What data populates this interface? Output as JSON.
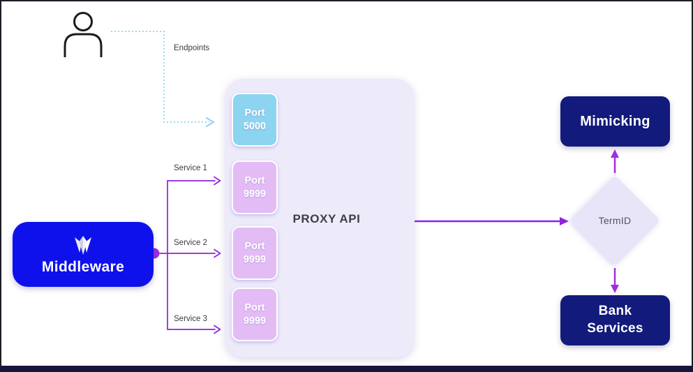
{
  "diagram": {
    "endpoints_label": "Endpoints",
    "middleware": {
      "label": "Middleware",
      "color": "#0f11ec"
    },
    "services": [
      {
        "label": "Service 1"
      },
      {
        "label": "Service 2"
      },
      {
        "label": "Service 3"
      }
    ],
    "proxy": {
      "title": "PROXY API",
      "color": "#edeafa",
      "ports": [
        {
          "label": "Port\n5000",
          "color": "#8dd4f1"
        },
        {
          "label": "Port\n9999",
          "color": "#e3bcf6"
        },
        {
          "label": "Port\n9999",
          "color": "#e3bcf6"
        },
        {
          "label": "Port\n9999",
          "color": "#e3bcf6"
        }
      ]
    },
    "decision": {
      "label": "TermID",
      "color": "#e8e5f8"
    },
    "mimicking": {
      "label": "Mimicking",
      "color": "#121a7c"
    },
    "bank_services": {
      "label": "Bank\nServices",
      "color": "#121a7c"
    },
    "colors": {
      "arrow_purple": "#8f22dc",
      "dotted_blue": "#9fd7f2",
      "connector_dot": "#a42ce0",
      "node_navy": "#121a7c",
      "frame_bottom_bar": "#14143c"
    }
  }
}
